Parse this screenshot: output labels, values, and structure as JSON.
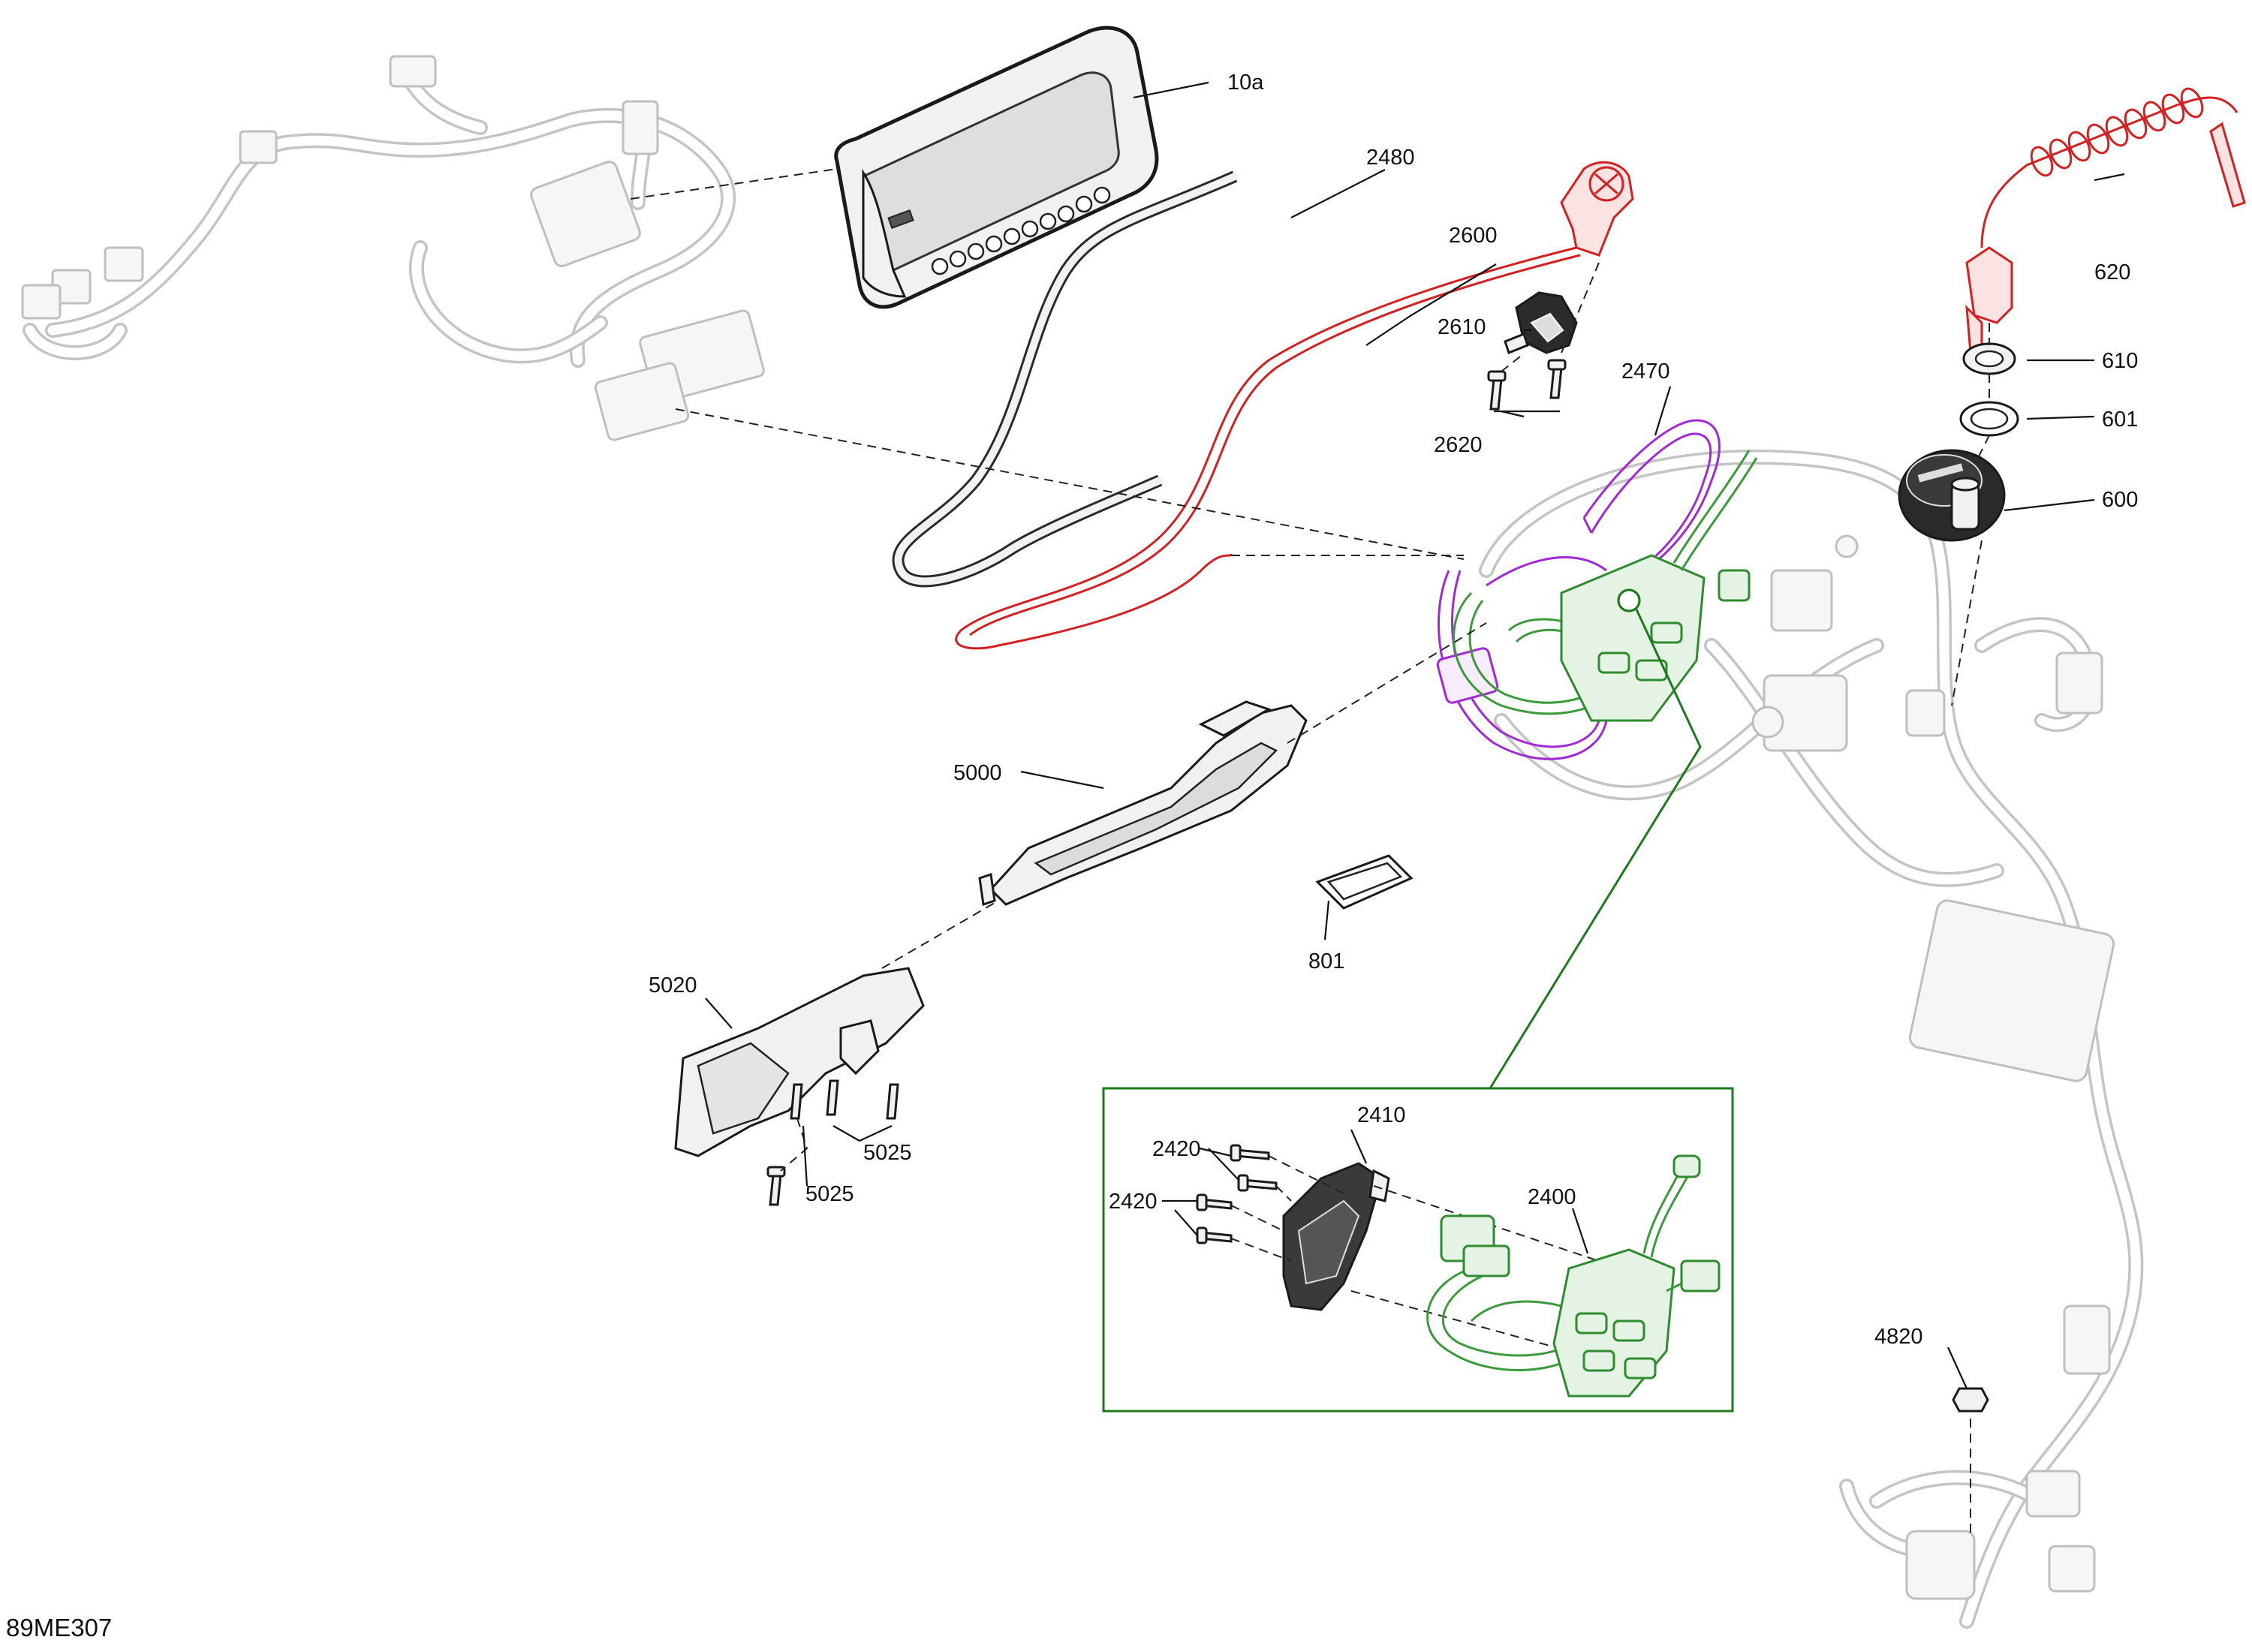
{
  "diagram_code": "89ME307",
  "colors": {
    "highlight_red": "#d42020",
    "highlight_green": "#2e8b2e",
    "highlight_purple": "#a12ad6",
    "callout_frame": "#1d7a1d",
    "ghost_gray": "#bfbfbf"
  },
  "parts": {
    "p10a": "10a",
    "p2480": "2480",
    "p2600": "2600",
    "p2610": "2610",
    "p2620": "2620",
    "p2470": "2470",
    "p620": "620",
    "p610": "610",
    "p601": "601",
    "p600": "600",
    "p5000": "5000",
    "p801": "801",
    "p5020": "5020",
    "p5025a": "5025",
    "p5025b": "5025",
    "p2410": "2410",
    "p2420a": "2420",
    "p2420b": "2420",
    "p2400": "2400",
    "p4820": "4820"
  }
}
